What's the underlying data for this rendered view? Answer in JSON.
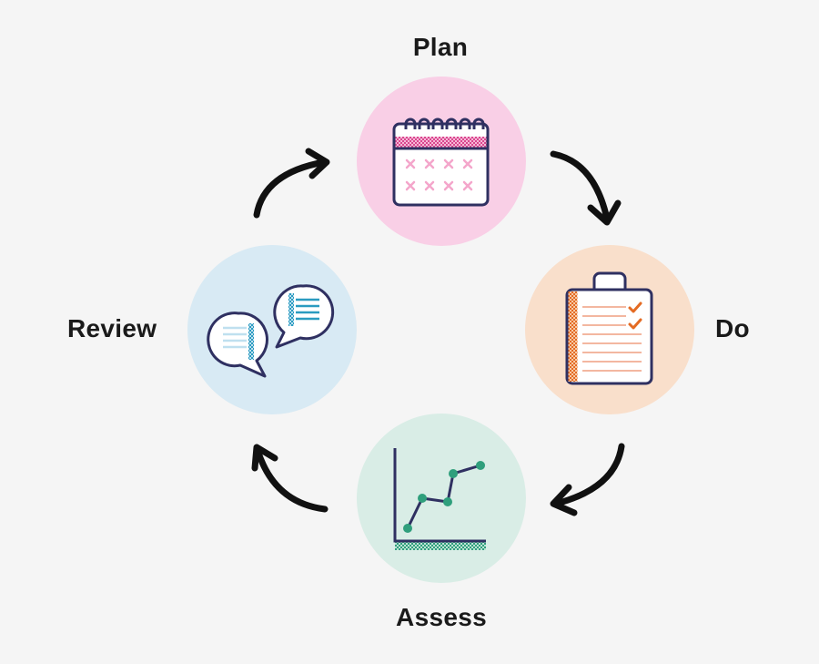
{
  "stages": [
    {
      "key": "plan",
      "label": "Plan",
      "icon": "calendar-icon"
    },
    {
      "key": "do",
      "label": "Do",
      "icon": "clipboard-checklist-icon"
    },
    {
      "key": "assess",
      "label": "Assess",
      "icon": "line-chart-icon"
    },
    {
      "key": "review",
      "label": "Review",
      "icon": "speech-bubbles-icon"
    }
  ],
  "colors": {
    "background": "#f5f5f5",
    "plan_circle": "#f9cfe6",
    "do_circle": "#f9dfcb",
    "assess_circle": "#d9ede6",
    "review_circle": "#d8eaf4",
    "outline": "#2f3061",
    "plan_accent": "#d9468f",
    "do_accent": "#e46b23",
    "assess_accent": "#2f9f7c",
    "review_accent": "#2a9bc0",
    "arrow": "#111111"
  },
  "flow": [
    "plan",
    "do",
    "assess",
    "review",
    "plan"
  ]
}
